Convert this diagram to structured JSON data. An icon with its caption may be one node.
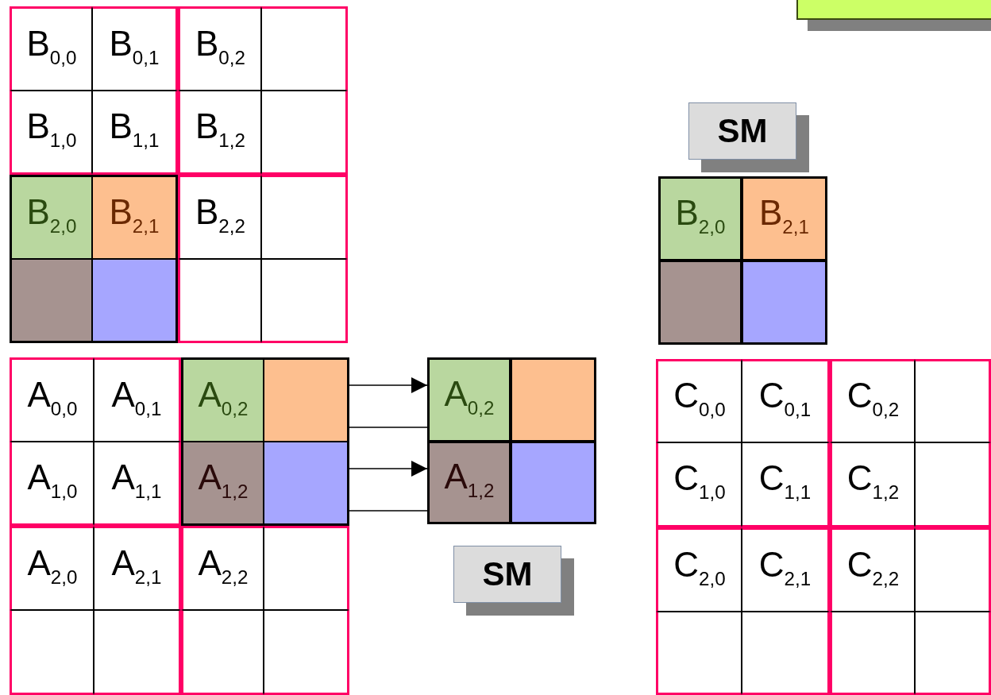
{
  "diagram": {
    "nodes": [
      {
        "text": [],
        "shape": "box"
      },
      {
        "text": [
          "B$_{0,0}$"
        ]
      },
      {
        "text": [
          "B$_{0,1}$"
        ]
      },
      {
        "text": [
          "B$_{0,2}$"
        ]
      },
      {
        "text": [],
        "shape": "box"
      },
      {
        "text": [
          "B$_{1,0}$"
        ]
      },
      {
        "text": [
          "B$_{1,1}$"
        ]
      },
      {
        "text": [
          "B$_{1,2}$"
        ]
      },
      {
        "text": [],
        "shape": "box"
      },
      {
        "text": [
          "B$_{2,0}$"
        ]
      },
      {
        "text": [
          "B$_{2,1}$"
        ]
      },
      {
        "text": [
          "B$_{2,2}$"
        ]
      },
      {
        "text": [],
        "shape": "box"
      },
      {
        "text": [],
        "shape": "box"
      },
      {
        "text": [],
        "shape": "box"
      },
      {
        "text": [],
        "shape": "box"
      },
      {
        "text": [],
        "shape": "box"
      },
      {
        "text": [
          "SM"
        ]
      },
      {
        "text": [
          "B$_{2,0}$"
        ]
      },
      {
        "text": [
          "B$_{2,1}$"
        ]
      },
      {
        "text": [],
        "shape": "box"
      },
      {
        "text": [],
        "shape": "box"
      },
      {
        "text": [
          "A$_{0,0}$"
        ]
      },
      {
        "text": [
          "A$_{0,1}$"
        ]
      },
      {
        "text": [
          "A$_{0,2}$"
        ]
      },
      {
        "text": [],
        "shape": "box"
      },
      {
        "text": [
          "A$_{1,0}$"
        ]
      },
      {
        "text": [
          "A$_{1,1}$"
        ]
      },
      {
        "text": [
          "A$_{1,2}$"
        ]
      },
      {
        "text": [],
        "shape": "box"
      },
      {
        "text": [
          "A$_{2,0}$"
        ]
      },
      {
        "text": [
          "A$_{2,1}$"
        ]
      },
      {
        "text": [
          "A$_{2,2}$"
        ]
      },
      {
        "text": [],
        "shape": "box"
      },
      {
        "text": [],
        "shape": "box"
      },
      {
        "text": [],
        "shape": "box"
      },
      {
        "text": [],
        "shape": "box"
      },
      {
        "text": [],
        "shape": "box"
      },
      {
        "text": [
          "A$_{0,2}$"
        ]
      },
      {
        "text": [],
        "shape": "box"
      },
      {
        "text": [
          "A$_{1,2}$"
        ]
      },
      {
        "text": [],
        "shape": "box"
      },
      {
        "text": [
          "SM"
        ]
      },
      {
        "text": [
          "C$_{0,0}$"
        ]
      },
      {
        "text": [
          "C$_{0,1}$"
        ]
      },
      {
        "text": [
          "C$_{0,2}$"
        ]
      },
      {
        "text": [],
        "shape": "box"
      },
      {
        "text": [
          "C$_{1,0}$"
        ]
      },
      {
        "text": [
          "C$_{1,1}$"
        ]
      },
      {
        "text": [
          "C$_{1,2}$"
        ]
      },
      {
        "text": [],
        "shape": "box"
      },
      {
        "text": [
          "C$_{2,0}$"
        ]
      },
      {
        "text": [
          "C$_{2,1}$"
        ]
      },
      {
        "text": [
          "C$_{2,2}$"
        ]
      },
      {
        "text": [],
        "shape": "box"
      },
      {
        "text": [],
        "shape": "box"
      },
      {
        "text": [],
        "shape": "box"
      },
      {
        "text": [],
        "shape": "box"
      },
      {
        "text": [],
        "shape": "box"
      }
    ],
    "edges": [
      {
        "from": 25,
        "to": 38,
        "arrow": "to"
      },
      {
        "from": 25,
        "to": 38,
        "arrow": "none"
      },
      {
        "from": 29,
        "to": 40,
        "arrow": "to"
      },
      {
        "from": 29,
        "to": 40,
        "arrow": "none"
      }
    ]
  }
}
